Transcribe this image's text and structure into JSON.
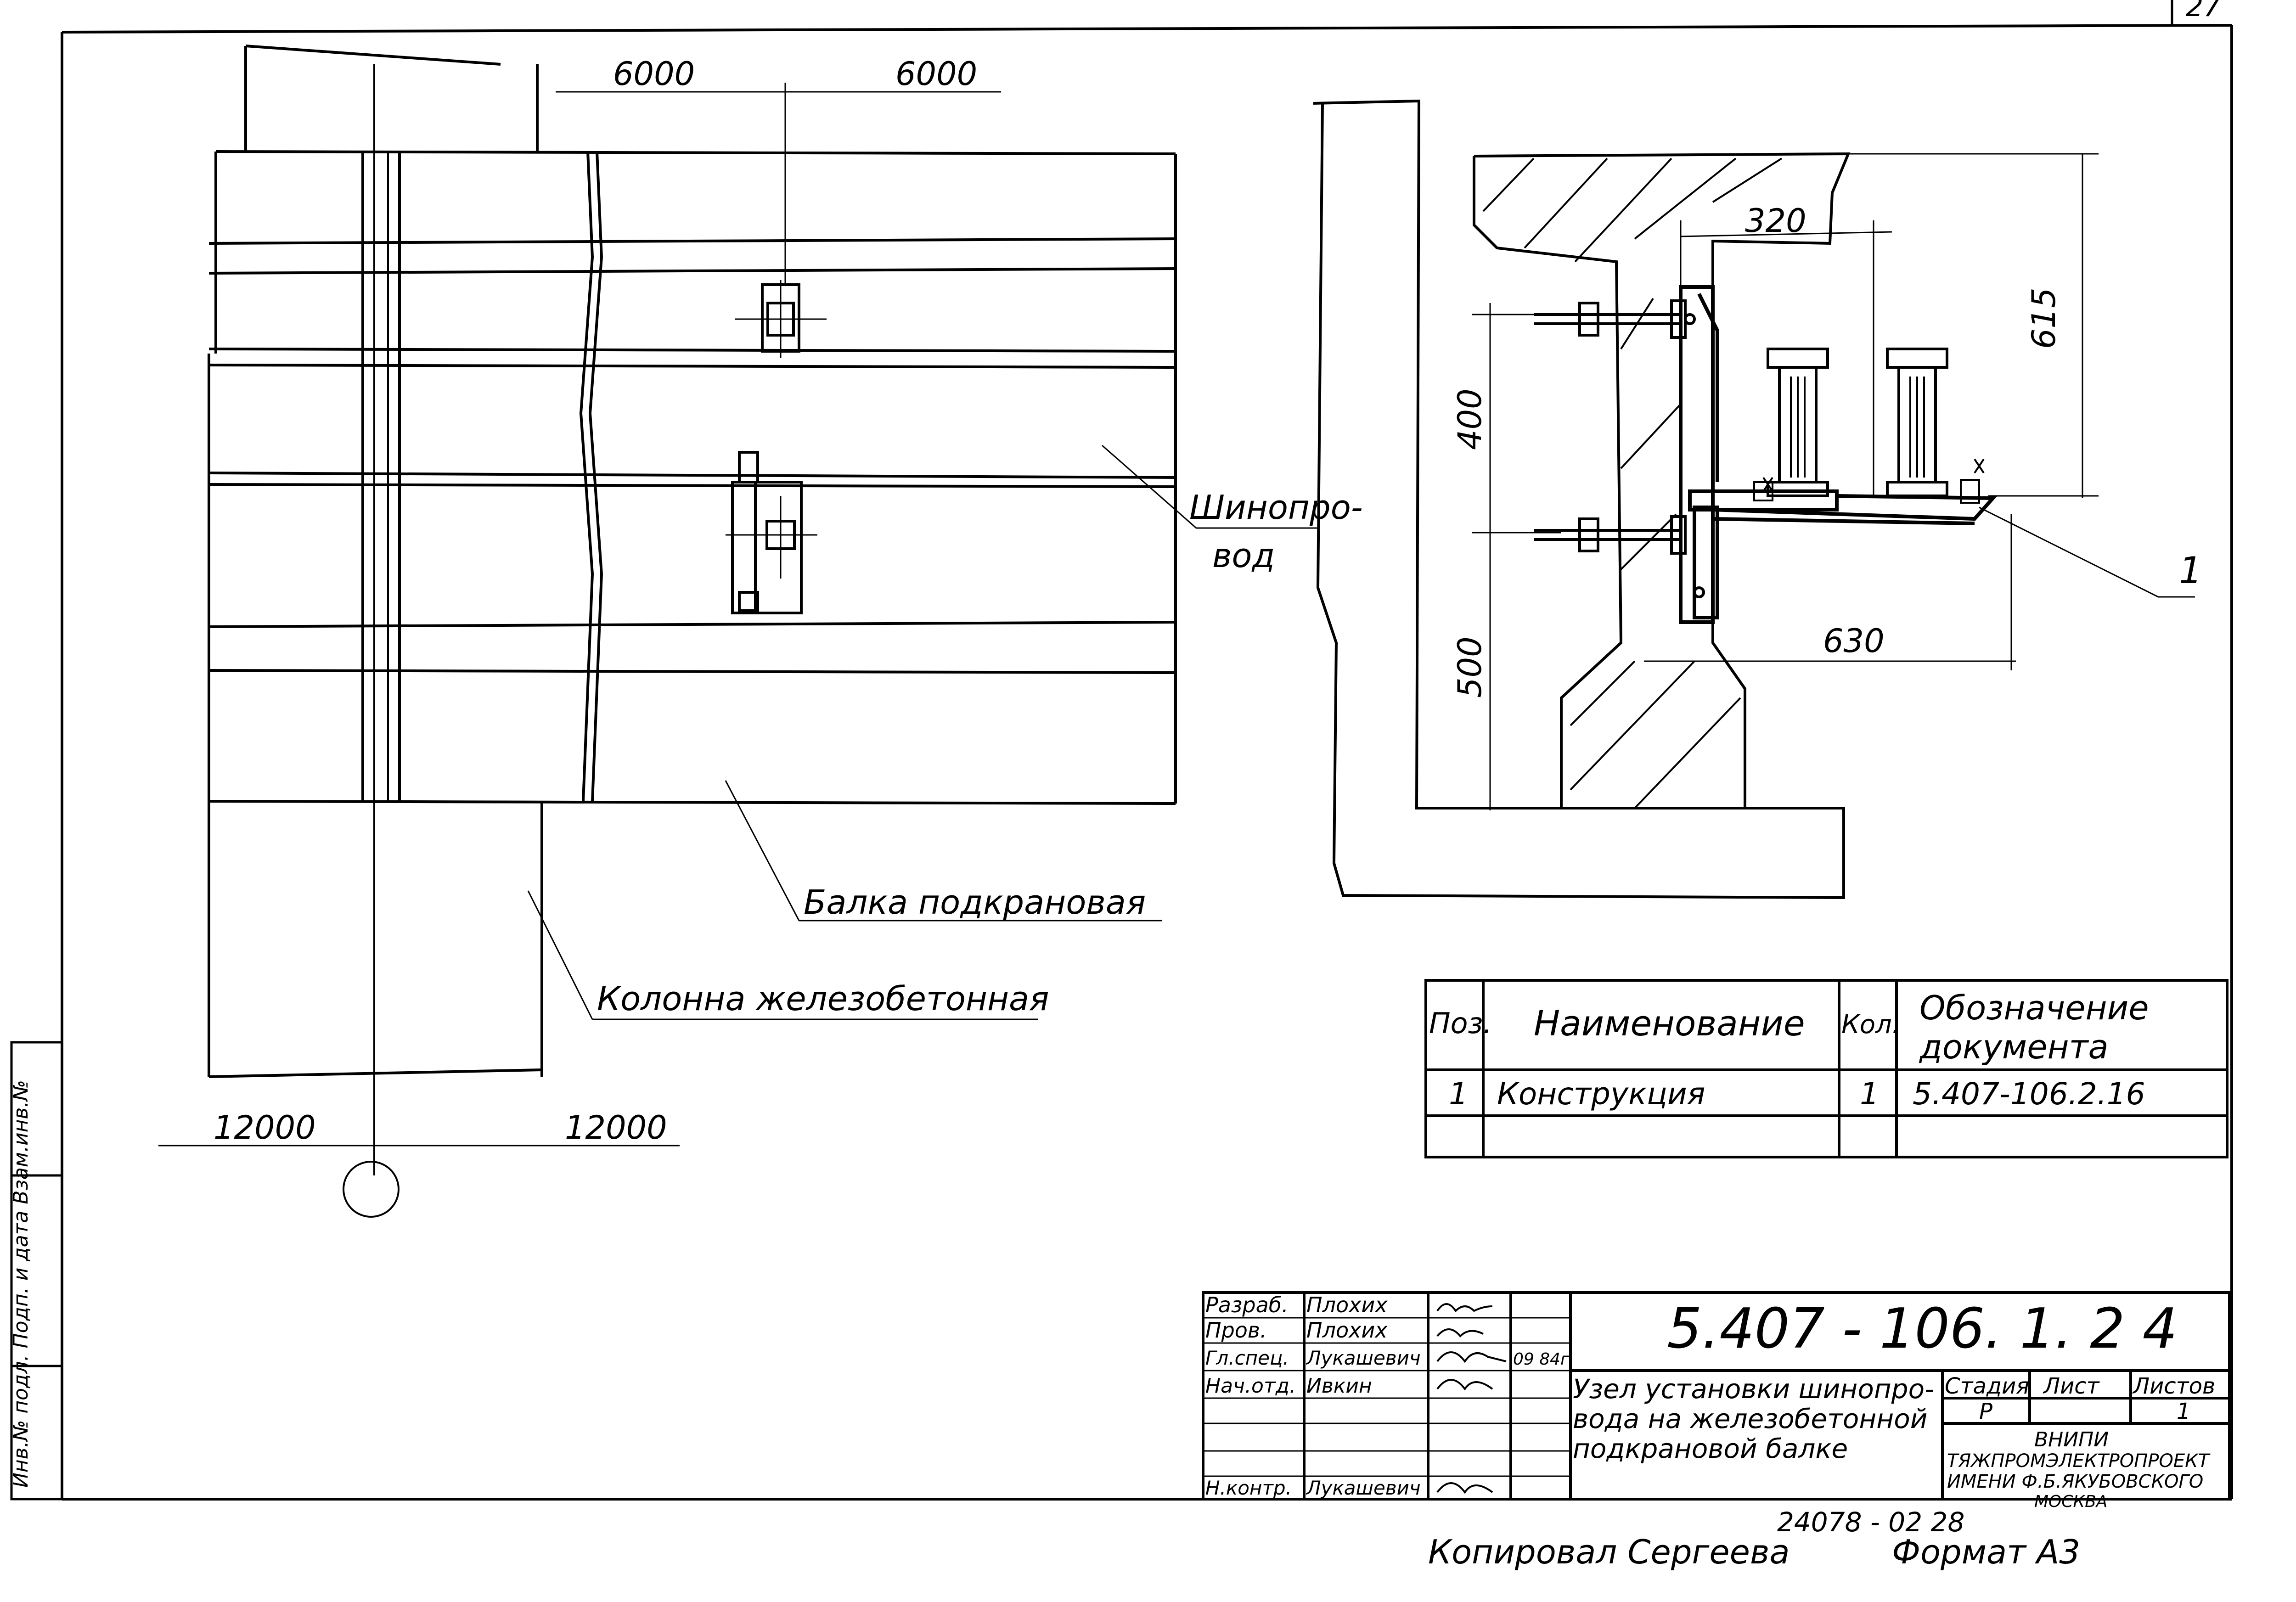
{
  "plan_view": {
    "dim_top_left": "6000",
    "dim_top_right": "6000",
    "dim_bottom_left": "12000",
    "dim_bottom_right": "12000",
    "label_busbar_line1": "Шинопро-",
    "label_busbar_line2": "вод",
    "label_crane_beam": "Балка подкрановая",
    "label_column": "Колонна железобетонная"
  },
  "section_view": {
    "dim_320": "320",
    "dim_615": "615",
    "dim_400": "400",
    "dim_500": "500",
    "dim_630": "630",
    "callout_1": "1"
  },
  "spec_table": {
    "headers": {
      "pos": "Поз.",
      "name": "Наименование",
      "qty": "Кол.",
      "doc_line1": "Обозначение",
      "doc_line2": "документа"
    },
    "rows": [
      {
        "pos": "1",
        "name": "Конструкция",
        "qty": "1",
        "doc": "5.407-106.2.16"
      }
    ]
  },
  "title_block": {
    "doc_number": "5.407 - 106. 1. 2 4",
    "title_line1": "Узел установки шинопро-",
    "title_line2": "вода на железобетонной",
    "title_line3": "подкрановой балке",
    "stage_label": "Стадия",
    "sheet_label": "Лист",
    "sheets_label": "Листов",
    "stage_value": "Р",
    "sheets_value": "1",
    "org_line1": "ВНИПИ",
    "org_line2": "ТЯЖПРОМЭЛЕКТРОПРОЕКТ",
    "org_line3": "ИМЕНИ Ф.Б.ЯКУБОВСКОГО",
    "org_line4": "МОСКВА",
    "date": "09 84г",
    "roles": [
      {
        "role": "Разраб.",
        "name": "Плохих"
      },
      {
        "role": "Пров.",
        "name": "Плохих"
      },
      {
        "role": "Гл.спец.",
        "name": "Лукашевич"
      },
      {
        "role": "Нач.отд.",
        "name": "Ивкин"
      },
      {
        "role": "",
        "name": ""
      },
      {
        "role": "",
        "name": ""
      },
      {
        "role": "Н.контр.",
        "name": "Лукашевич"
      }
    ]
  },
  "footer": {
    "inventory_number": "24078 - 02  28",
    "copied_by": "Копировал  Сергеева",
    "format": "Формат А3"
  },
  "side_stamp": "Инв.№ подл.  Подп. и дата  Взам.инв.№",
  "page_corner": "27"
}
